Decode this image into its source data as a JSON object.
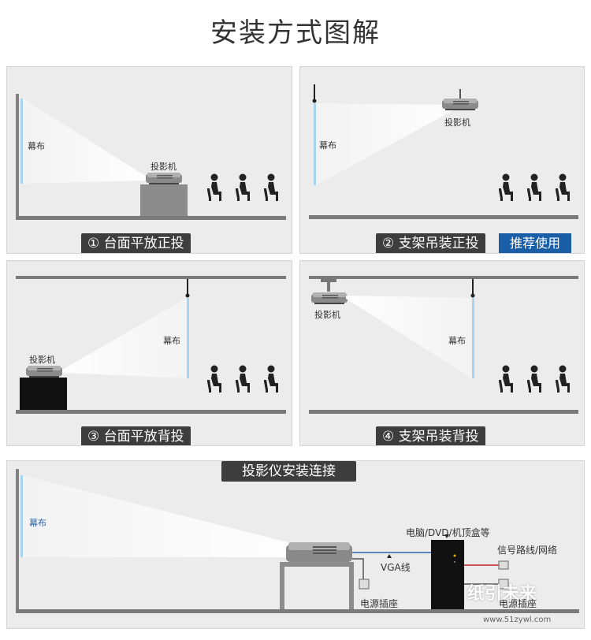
{
  "title": "安装方式图解",
  "labels": {
    "screen": "幕布",
    "projector": "投影机"
  },
  "panels": [
    {
      "caption": "① 台面平放正投"
    },
    {
      "caption": "② 支架吊装正投",
      "badge": "推荐使用"
    },
    {
      "caption": "③ 台面平放背投"
    },
    {
      "caption": "④ 支架吊装背投"
    }
  ],
  "connection": {
    "heading": "投影仪安装连接",
    "screen": "幕布",
    "computer": "电脑/DVD/机顶盒等",
    "vga": "VGA线",
    "power_outlet": "电源插座",
    "signal": "信号路线/网络",
    "power_outlet_2": "电源插座"
  },
  "watermark": {
    "text": "纸引未来",
    "url": "www.51zywl.com"
  },
  "colors": {
    "panel_bg": "#ececec",
    "caption_bg": "#3d3d3d",
    "badge_bg": "#1a5ea8",
    "screen_blue": "#a8d4f0"
  }
}
